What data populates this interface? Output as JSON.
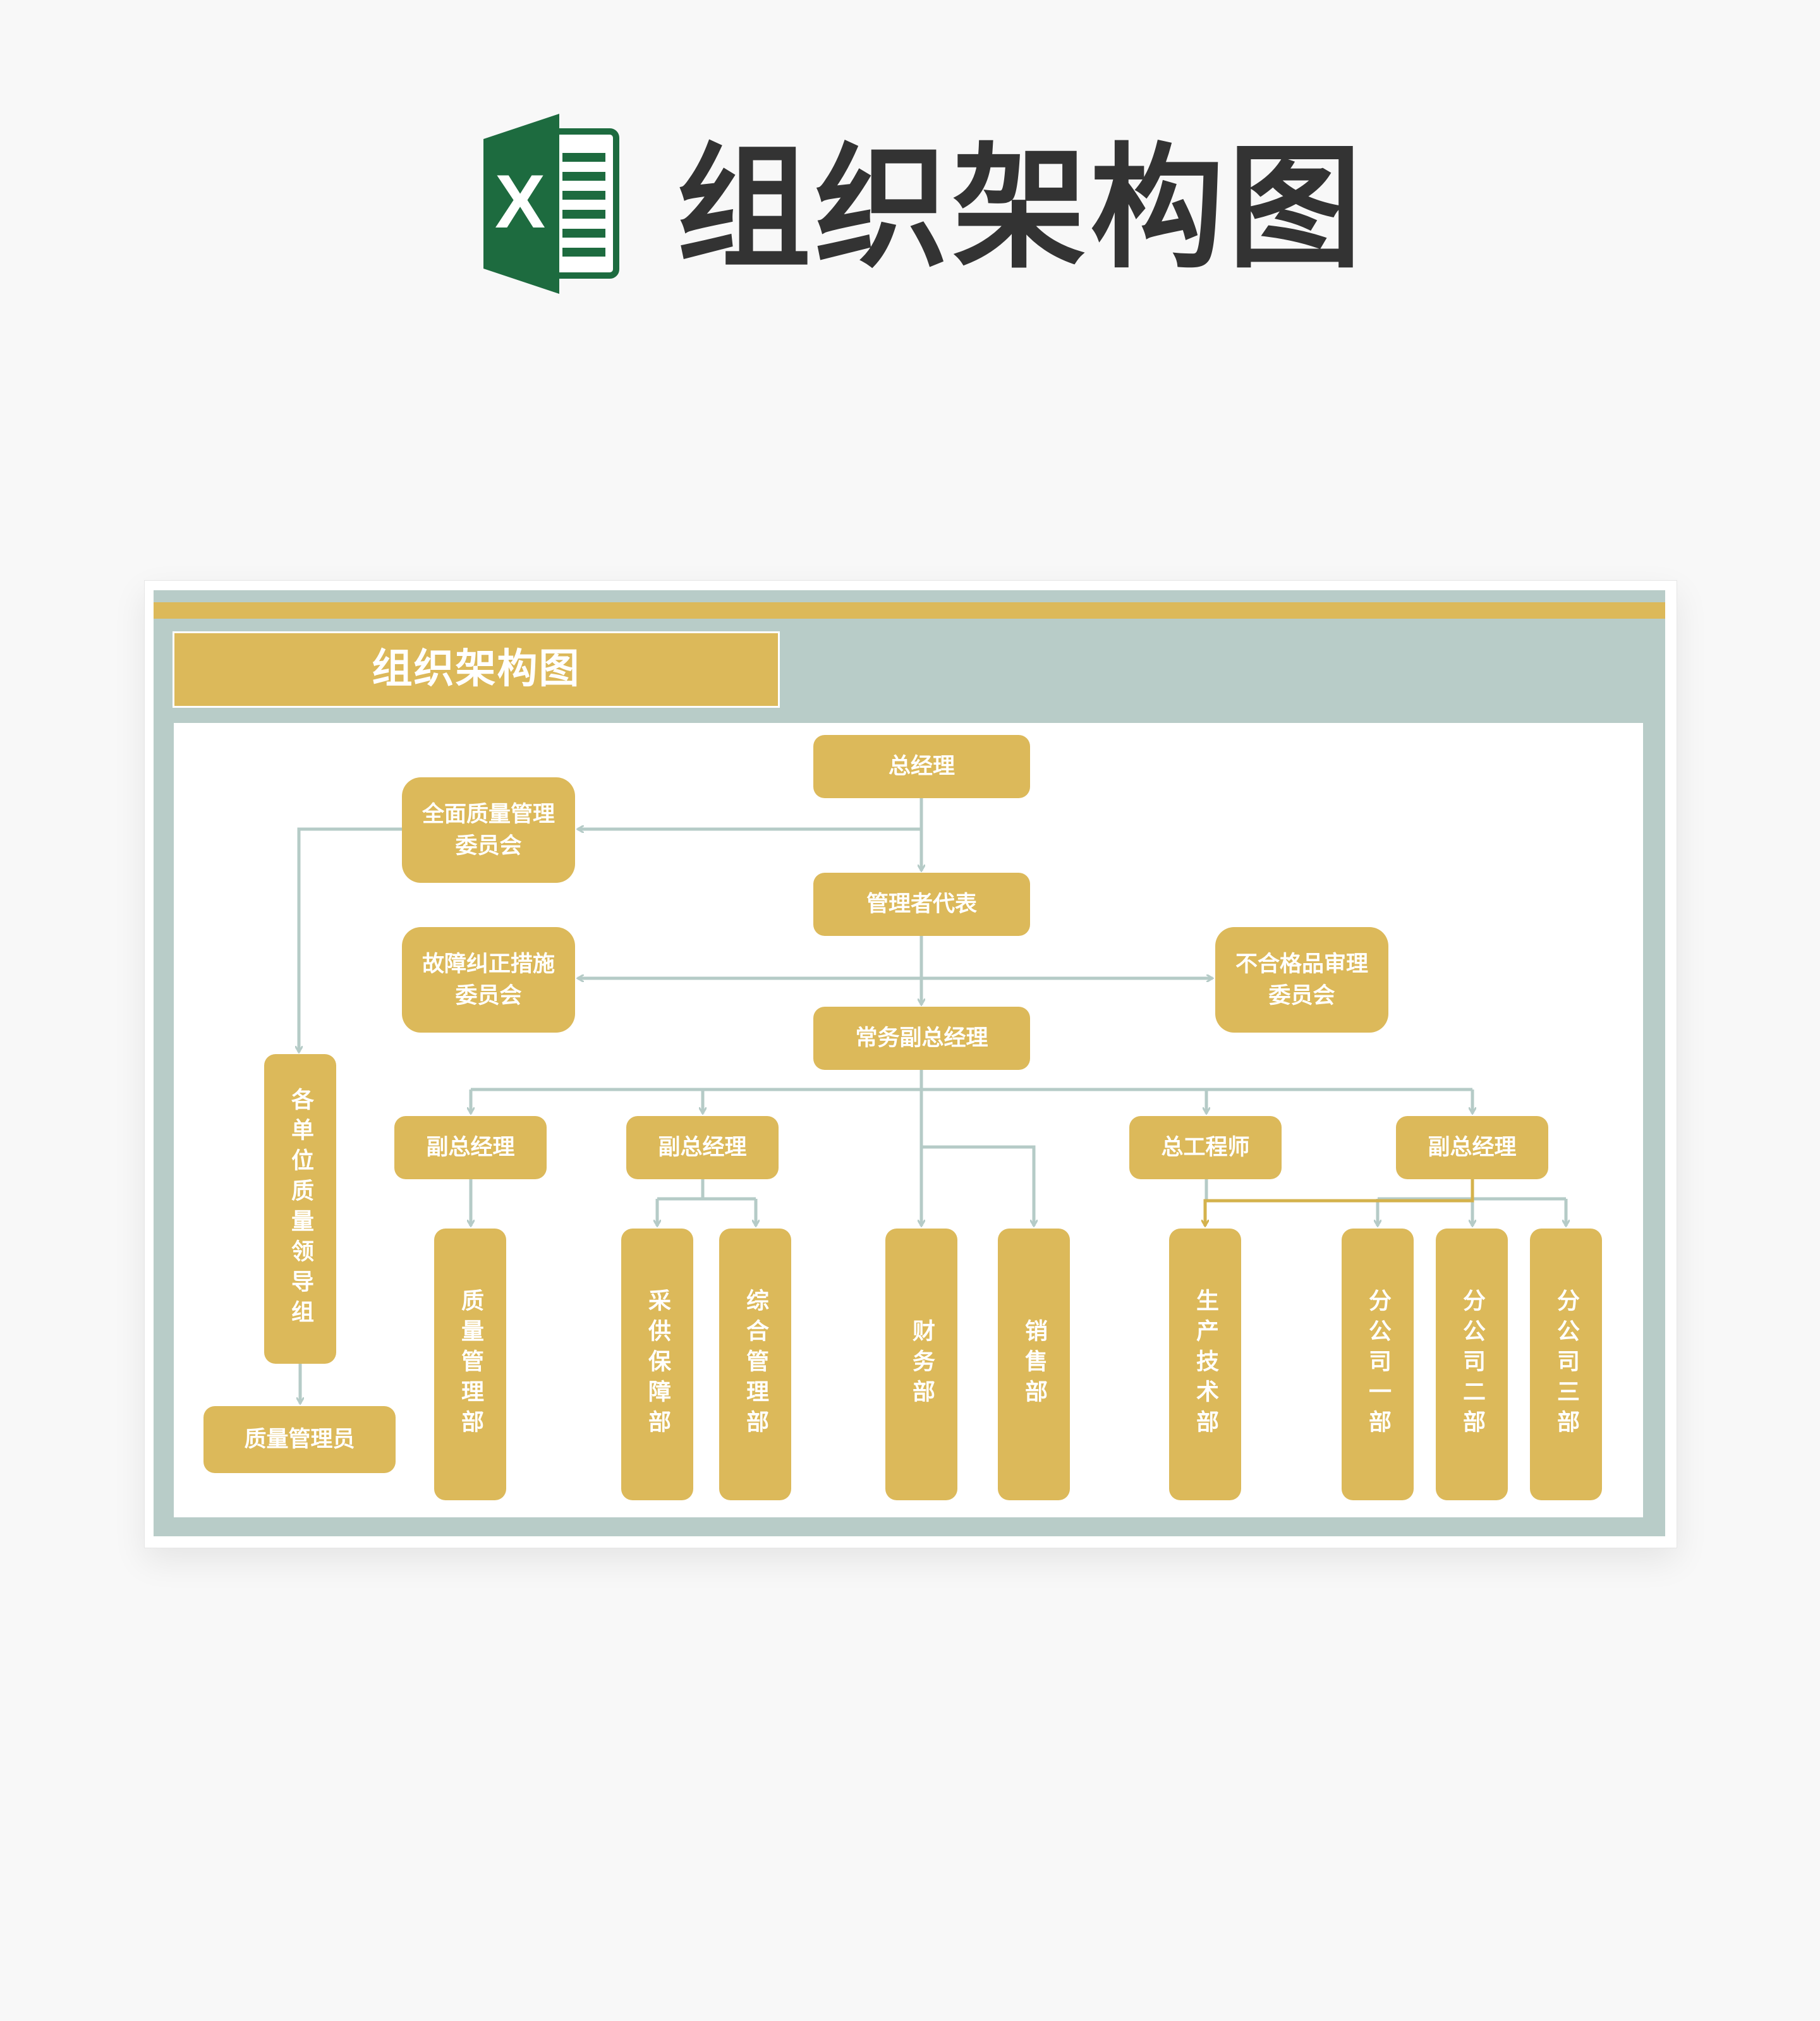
{
  "header": {
    "title": "组织架构图",
    "logo_icon": "excel-icon"
  },
  "sheet": {
    "title": "组织架构图"
  },
  "colors": {
    "gold": "#dcb95a",
    "sage": "#b8ccc8",
    "line": "#b5cbc7",
    "gold_line": "#d4b24c",
    "excel_green": "#1d6b3f"
  },
  "nodes": {
    "general_manager": "总经理",
    "tqm_committee": "全面质量管理委员会",
    "management_rep": "管理者代表",
    "fault_committee": "故障纠正措施委员会",
    "nonconform_committee": "不合格品审理委员会",
    "exec_vp": "常务副总经理",
    "unit_quality_group": "各单位质量领导组",
    "quality_admin": "质量管理员",
    "vp1": "副总经理",
    "vp2": "副总经理",
    "chief_engineer": "总工程师",
    "vp3": "副总经理",
    "quality_dept": "质量管理部",
    "procurement_dept": "采供保障部",
    "general_admin_dept": "综合管理部",
    "finance_dept": "财务部",
    "sales_dept": "销售部",
    "production_dept": "生产技术部",
    "branch1": "分公司一部",
    "branch2": "分公司二部",
    "branch3": "分公司三部"
  }
}
